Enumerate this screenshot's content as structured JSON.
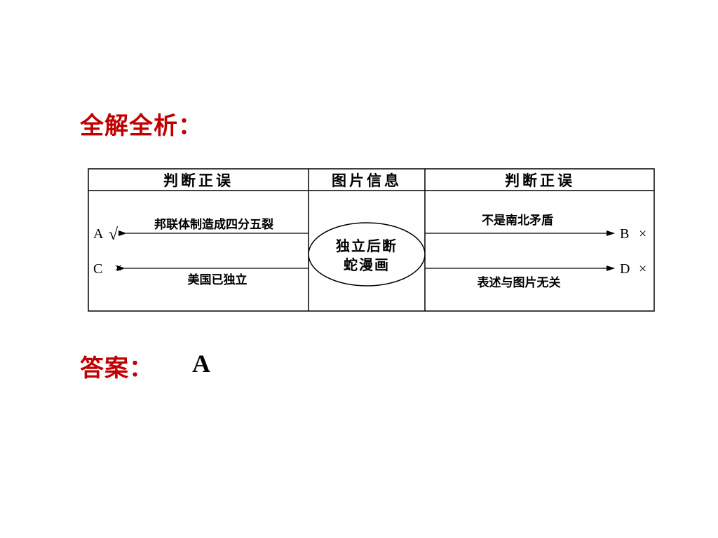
{
  "heading": "全解全析：",
  "table": {
    "col_left_header": "判断正误",
    "col_mid_header": "图片信息",
    "col_right_header": "判断正误",
    "center_line1": "独立后断",
    "center_line2": "蛇漫画"
  },
  "options": {
    "a": {
      "letter": "A",
      "mark": "√",
      "text": "邦联体制造成四分五裂"
    },
    "b": {
      "letter": "B",
      "mark": "×",
      "text": "不是南北矛盾"
    },
    "c": {
      "letter": "C",
      "mark": "×",
      "text": "美国已独立"
    },
    "d": {
      "letter": "D",
      "mark": "×",
      "text": "表述与图片无关"
    }
  },
  "answer": {
    "label": "答案：",
    "value": "A"
  }
}
